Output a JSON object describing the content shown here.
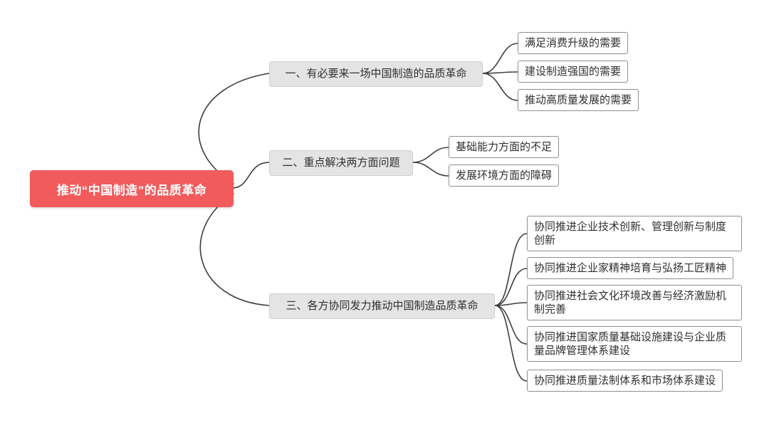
{
  "colors": {
    "root_bg": "#f15b5c",
    "root_text": "#ffffff",
    "branch_bg": "#e4e4e4",
    "leaf_border": "#8f8f8f",
    "line": "#3d3d3d"
  },
  "root": {
    "label": "推动“中国制造”的品质革命"
  },
  "branches": [
    {
      "label": "一、有必要来一场中国制造的品质革命",
      "children": [
        {
          "label": "满足消费升级的需要"
        },
        {
          "label": "建设制造强国的需要"
        },
        {
          "label": "推动高质量发展的需要"
        }
      ]
    },
    {
      "label": "二、重点解决两方面问题",
      "children": [
        {
          "label": "基础能力方面的不足"
        },
        {
          "label": "发展环境方面的障碍"
        }
      ]
    },
    {
      "label": "三、各方协同发力推动中国制造品质革命",
      "children": [
        {
          "label": "协同推进企业技术创新、管理创新与制度创新"
        },
        {
          "label": "协同推进企业家精神培育与弘扬工匠精神"
        },
        {
          "label": "协同推进社会文化环境改善与经济激励机制完善"
        },
        {
          "label": "协同推进国家质量基础设施建设与企业质量品牌管理体系建设"
        },
        {
          "label": "协同推进质量法制体系和市场体系建设"
        }
      ]
    }
  ]
}
